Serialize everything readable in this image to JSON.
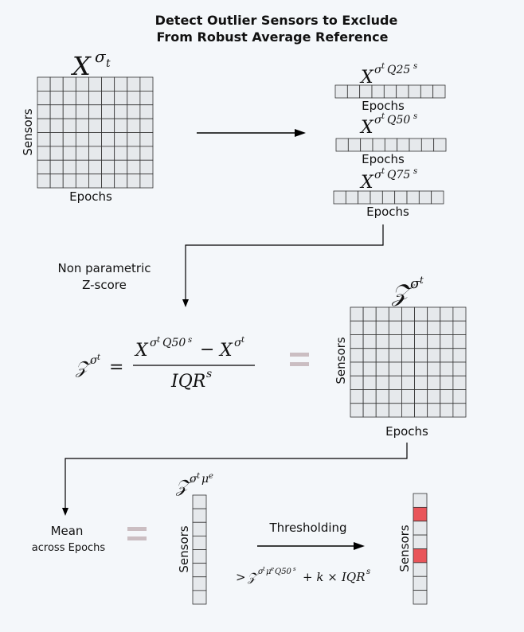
{
  "title": {
    "line1": "Detect Outlier Sensors to Exclude",
    "line2": "From Robust Average Reference"
  },
  "colors": {
    "cell_fill": "#e6e9ec",
    "grid_line": "#333333",
    "highlight": "#e9555a",
    "equals_sign": "#cbbec2",
    "arrow": "#000000",
    "background": "#f4f7fa"
  },
  "top_matrix": {
    "symbol_base": "X",
    "symbol_sup": "σ",
    "symbol_subsup": "t",
    "row_label": "Sensors",
    "col_label": "Epochs"
  },
  "quantile_rows": [
    {
      "base": "X",
      "sup": "σ",
      "supsup": "t",
      "tail": "Q25",
      "tailsup": "s",
      "label": "Epochs"
    },
    {
      "base": "X",
      "sup": "σ",
      "supsup": "t",
      "tail": "Q50",
      "tailsup": "s",
      "label": "Epochs"
    },
    {
      "base": "X",
      "sup": "σ",
      "supsup": "t",
      "tail": "Q75",
      "tailsup": "s",
      "label": "Epochs"
    }
  ],
  "zscore_note": {
    "line1": "Non parametric",
    "line2": "Z-score"
  },
  "formula": {
    "lhs_base": "𝒵",
    "lhs_sup": "σ",
    "lhs_supsup": "t",
    "equals": "=",
    "num_a_base": "X",
    "num_a_sup": "σ",
    "num_a_supsup": "t",
    "num_a_tail": "Q50",
    "num_a_tailsup": "s",
    "minus": "−",
    "num_b_base": "X",
    "num_b_sup": "σ",
    "num_b_supsup": "t",
    "den_base": "IQR",
    "den_sup": "s"
  },
  "z_matrix": {
    "symbol_base": "𝒵",
    "symbol_sup": "σ",
    "symbol_supsup": "t",
    "row_label": "Sensors",
    "col_label": "Epochs"
  },
  "mean_note": {
    "line1": "Mean",
    "line2": "across Epochs"
  },
  "mean_column": {
    "symbol_base": "𝒵",
    "symbol_sup": "σ",
    "symbol_supsup": "t",
    "symbol_mu": "μ",
    "symbol_musup": "e",
    "row_label": "Sensors"
  },
  "threshold": {
    "label": "Thresholding",
    "gt": ">",
    "base": "𝒵",
    "sup": "σ",
    "supsup": "t",
    "mu": "μ",
    "musup": "e",
    "tail": "Q50",
    "tailsup": "s",
    "plus_k": "+ k ×",
    "iqr_base": "IQR",
    "iqr_sup": "s"
  },
  "result_column": {
    "row_label": "Sensors",
    "highlighted_rows": [
      1,
      4
    ]
  }
}
